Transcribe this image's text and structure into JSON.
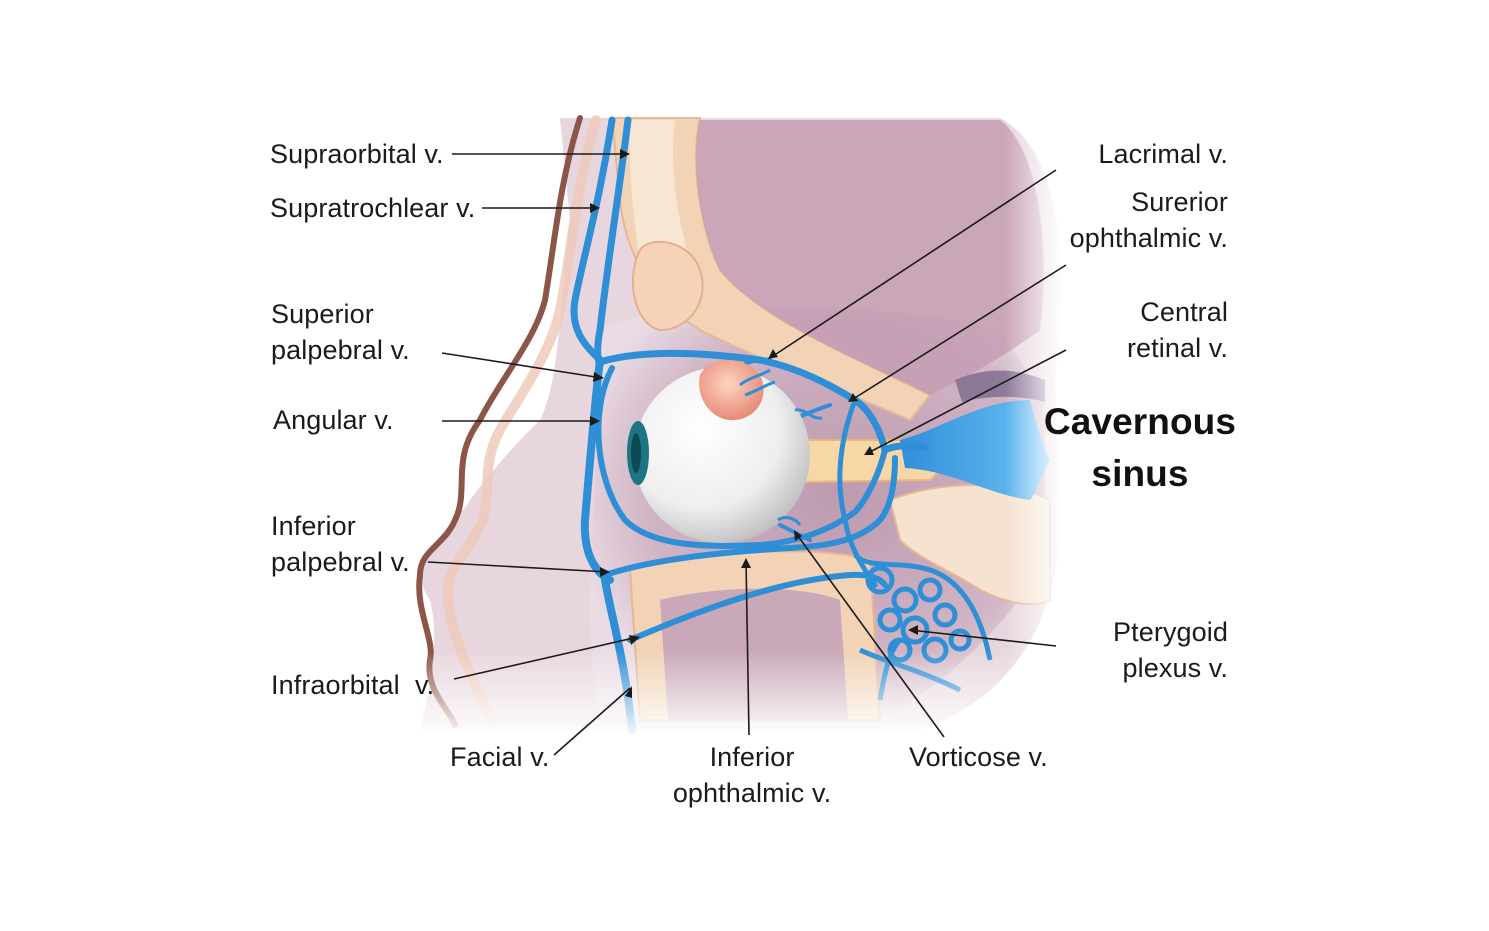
{
  "diagram": {
    "labels": {
      "supraorbital": "Supraorbital v.",
      "supratrochlear": "Supratrochlear v.",
      "superior_palpebral": [
        "Superior",
        "palpebral v."
      ],
      "angular": "Angular v.",
      "inferior_palpebral": [
        "Inferior",
        "palpebral v."
      ],
      "infraorbital": "Infraorbital  v.",
      "facial": "Facial v.",
      "inferior_ophthalmic": [
        "Inferior",
        "ophthalmic v."
      ],
      "vorticose": "Vorticose v.",
      "lacrimal": "Lacrimal v.",
      "superior_ophthalmic": [
        "Surerior",
        "ophthalmic v."
      ],
      "central_retinal": [
        "Central",
        "retinal v."
      ],
      "cavernous_sinus": [
        "Cavernous",
        "sinus"
      ],
      "pterygoid_plexus": [
        "Pterygoid",
        "plexus v."
      ]
    },
    "colors": {
      "vein": "#2e8fd6",
      "sinus": "#3d9ee3",
      "bone": "#f2d3b6",
      "tissue": "#d9bccb",
      "eyeball": "#f4f4f4",
      "iris": "#1d7583",
      "gland": "#f0a894"
    }
  }
}
